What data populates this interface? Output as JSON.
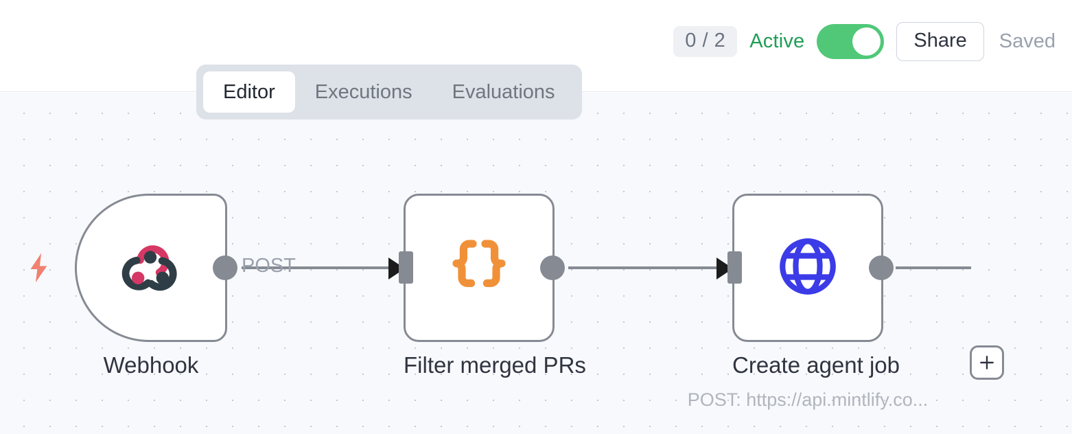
{
  "header": {
    "run_count_badge": "0 / 2",
    "status_label": "Active",
    "toggle_state": "on",
    "share_label": "Share",
    "saved_label": "Saved",
    "colors": {
      "active_green": "#1f9d55",
      "toggle_green": "#50c878",
      "badge_bg": "#eef0f4",
      "muted_text": "#9aa1ae"
    }
  },
  "tabs": {
    "items": [
      {
        "label": "Editor",
        "active": true
      },
      {
        "label": "Executions",
        "active": false
      },
      {
        "label": "Evaluations",
        "active": false
      }
    ]
  },
  "canvas": {
    "background": "#f8f9fc",
    "dot_color": "#c3c8d2",
    "trigger_icon_name": "lightning-bolt-icon",
    "trigger_icon_color": "#ef8271",
    "nodes": [
      {
        "id": "webhook",
        "label": "Webhook",
        "sublabel": "",
        "icon": "webhook-icon",
        "icon_colors": {
          "accent": "#d63865",
          "base": "#2f3e46"
        },
        "shape": "trigger"
      },
      {
        "id": "filter",
        "label": "Filter merged PRs",
        "sublabel": "",
        "icon": "json-braces-icon",
        "icon_colors": {
          "accent": "#f0913a",
          "base": "#f0913a"
        },
        "shape": "square"
      },
      {
        "id": "http-request",
        "label": "Create agent job",
        "sublabel": "POST: https://api.mintlify.co...",
        "icon": "globe-icon",
        "icon_colors": {
          "accent": "#3b3be8",
          "base": "#3b3be8"
        },
        "shape": "square"
      }
    ],
    "edges": [
      {
        "from": "webhook",
        "to": "filter",
        "label": "POST"
      },
      {
        "from": "filter",
        "to": "http-request",
        "label": ""
      }
    ],
    "add_node_button": {
      "icon": "plus-icon",
      "label": "+"
    }
  }
}
